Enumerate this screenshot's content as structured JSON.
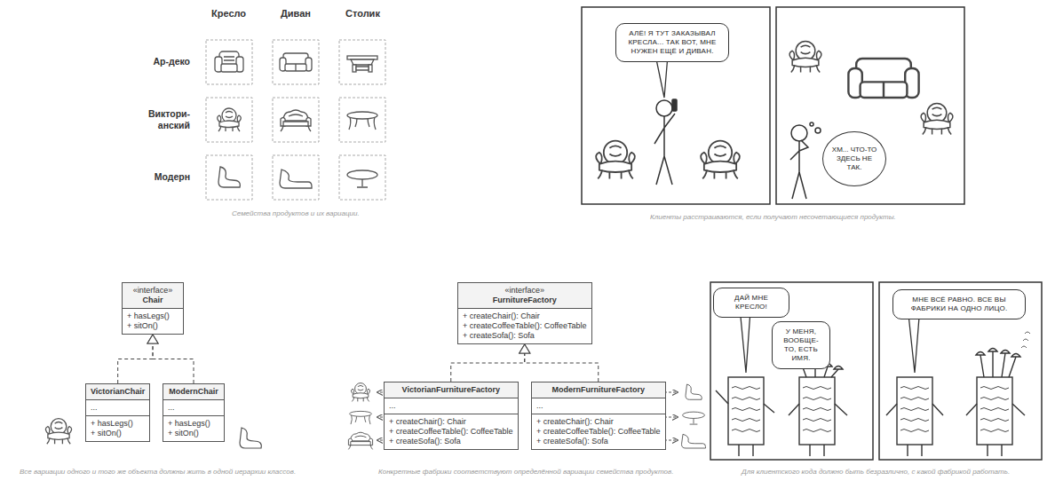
{
  "diagram": {
    "nodes": [
      {
        "text": [
          "АЛЁ! Я ТУТ ЗАКАЗЫВАЛ КРЕСЛА... ТАК ВОТ, МНЕ НУЖЕН ЕЩЁ И ДИВАН."
        ]
      },
      {
        "text": [
          "ХМ... ЧТО-ТО ЗДЕСЬ НЕ ТАК."
        ]
      },
      {
        "text": [
          "«interface»",
          "Chair",
          "+ hasLegs()",
          "+ sitOn()"
        ]
      },
      {
        "text": [
          "VictorianChair",
          "...",
          "+ hasLegs()",
          "+ sitOn()"
        ]
      },
      {
        "text": [
          "ModernChair",
          "...",
          "+ hasLegs()",
          "+ sitOn()"
        ]
      },
      {
        "text": [
          "«interface»",
          "FurnitureFactory",
          "+ createChair(): Chair",
          "+ createCoffeeTable(): CoffeeTable",
          "+ createSofa(): Sofa"
        ]
      },
      {
        "text": [
          "VictorianFurnitureFactory",
          "...",
          "+ createChair(): Chair",
          "+ createCoffeeTable(): CoffeeTable",
          "+ createSofa(): Sofa"
        ]
      },
      {
        "text": [
          "ModernFurnitureFactory",
          "...",
          "+ createChair(): Chair",
          "+ createCoffeeTable(): CoffeeTable",
          "+ createSofa(): Sofa"
        ]
      },
      {
        "text": [
          "ДАЙ МНЕ КРЕСЛО!"
        ]
      },
      {
        "text": [
          "У МЕНЯ, ВООБЩЕ-ТО, ЕСТЬ ИМЯ."
        ]
      },
      {
        "text": [
          "МНЕ ВСЁ РАВНО. ВСЕ ВЫ ФАБРИКИ НА ОДНО ЛИЦО."
        ]
      }
    ],
    "edges": [
      {
        "from": 3,
        "to": 2,
        "arrow": "to"
      },
      {
        "from": 4,
        "to": 2,
        "arrow": "to"
      },
      {
        "from": 6,
        "to": 5,
        "arrow": "to"
      },
      {
        "from": 7,
        "to": 5,
        "arrow": "to"
      }
    ],
    "labels": [
      "Кресло",
      "Диван",
      "Столик",
      "Ар-деко",
      "Виктори- анский",
      "Модерн",
      "Семейства продуктов и их вариации.",
      "Клиенты расстраиваются, если получают несочетающиеся продукты.",
      "Все вариации одного и того же объекта должны жить в одной иерархии классов.",
      "Конкретные фабрики соответствуют определённой вариации семейства продуктов.",
      "Для клиентского кода должно быть безразлично, с какой фабрикой работать."
    ]
  }
}
